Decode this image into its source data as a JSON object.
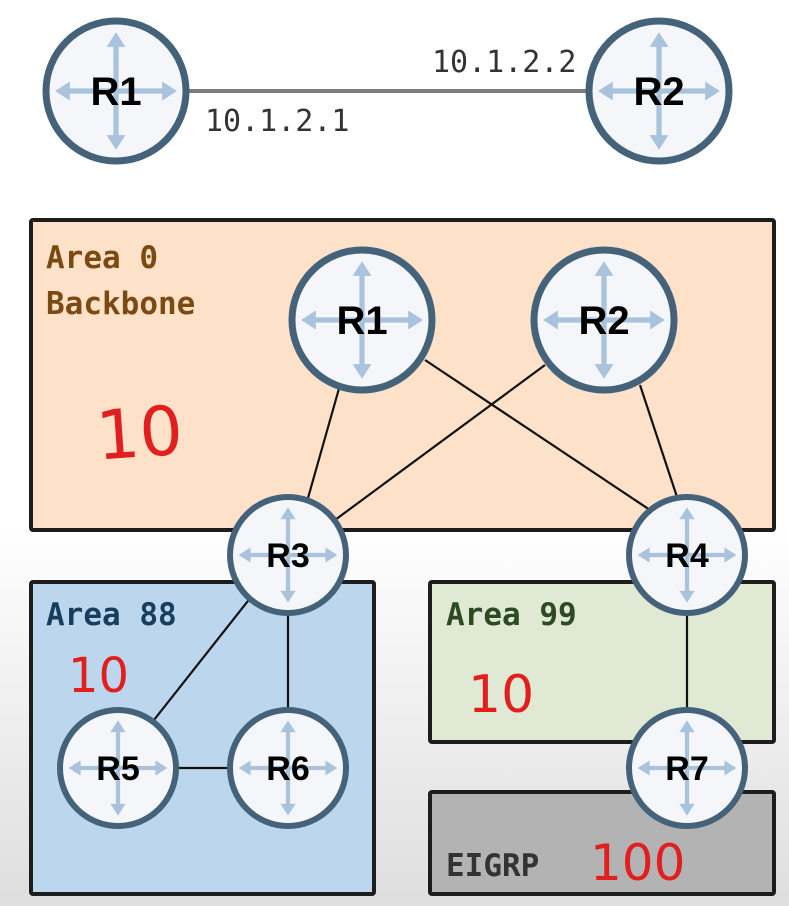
{
  "top": {
    "left_router": "R1",
    "right_router": "R2",
    "left_ip": "10.1.2.1",
    "right_ip": "10.1.2.2"
  },
  "areas": {
    "backbone": {
      "line1": "Area 0",
      "line2": "Backbone",
      "cost": "10",
      "color": "#7a4a12"
    },
    "area88": {
      "label": "Area 88",
      "cost": "10",
      "color": "#173e5c"
    },
    "area99": {
      "label": "Area 99",
      "cost": "10",
      "color": "#2d4a22"
    },
    "eigrp": {
      "label": "EIGRP",
      "cost": "100",
      "color": "#333333"
    }
  },
  "routers": {
    "r1": "R1",
    "r2": "R2",
    "r3": "R3",
    "r4": "R4",
    "r5": "R5",
    "r6": "R6",
    "r7": "R7"
  },
  "colors": {
    "backbone_fill": "#fde1c8",
    "area88_fill": "#bcd6ee",
    "area99_fill": "#dfe9d4",
    "eigrp_fill": "#b3b3b3",
    "router_ring": "#45627b",
    "router_face": "#f4f6fa",
    "arrow": "#a9c3dc",
    "annotation": "#e11f1f"
  }
}
